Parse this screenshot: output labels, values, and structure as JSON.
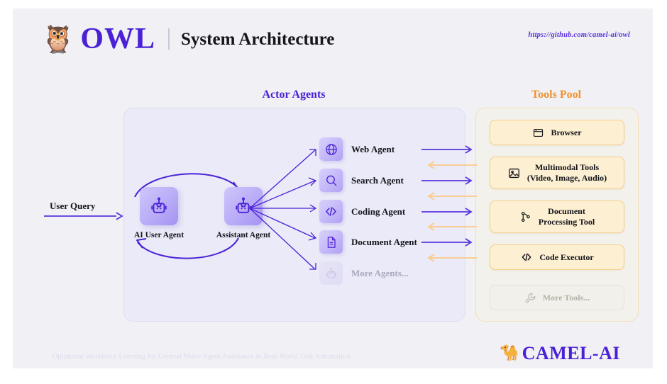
{
  "header": {
    "owl_icon": "owl-emoji",
    "brand": "OWL",
    "title": "System Architecture",
    "repo_url": "https://github.com/camel-ai/owl"
  },
  "colors": {
    "canvas": "#f0f0f5",
    "purple": "#4b21d6",
    "orange": "#f2922e",
    "actor_panel_bg": "#eaeaf8",
    "tools_panel_bg": "#f2f1ec",
    "tool_card_bg": "#fcefd2",
    "tool_card_border": "#f6cf8b"
  },
  "flow": {
    "user_query_label": "User Query"
  },
  "actor_section": {
    "title": "Actor Agents",
    "main_agents": [
      {
        "label": "AI User Agent",
        "icon": "robot-icon"
      },
      {
        "label": "Assistant Agent",
        "icon": "robot-icon"
      }
    ],
    "sub_agents": [
      {
        "label": "Web Agent",
        "icon": "globe-icon",
        "muted": false
      },
      {
        "label": "Search Agent",
        "icon": "magnifier-icon",
        "muted": false
      },
      {
        "label": "Coding Agent",
        "icon": "code-brackets-icon",
        "muted": false
      },
      {
        "label": "Document Agent",
        "icon": "document-icon",
        "muted": false
      },
      {
        "label": "More Agents...",
        "icon": "robot-icon",
        "muted": true
      }
    ]
  },
  "tools_section": {
    "title": "Tools Pool",
    "tools": [
      {
        "label": "Browser",
        "icon": "browser-window-icon",
        "muted": false
      },
      {
        "label": "Multimodal Tools\n(Video, Image, Audio)",
        "icon": "image-icon",
        "muted": false
      },
      {
        "label": "Document\nProcessing Tool",
        "icon": "branch-icon",
        "muted": false
      },
      {
        "label": "Code Executor",
        "icon": "code-brackets-icon",
        "muted": false
      },
      {
        "label": "More Tools...",
        "icon": "wrench-icon",
        "muted": true
      }
    ]
  },
  "footer": {
    "tagline": "Optimized Workforce Learning for General Multi-Agent Assistance in Real-World Task Automation",
    "logo_glyph": "camel-icon",
    "logo_text": "CAMEL-AI"
  }
}
